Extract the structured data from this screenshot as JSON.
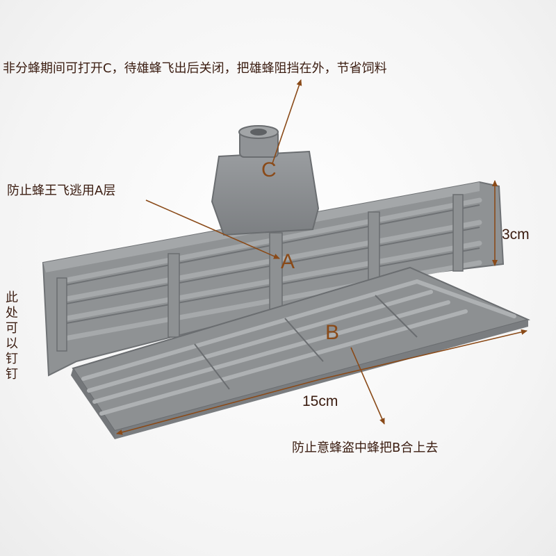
{
  "annotations": {
    "c_note": "非分蜂期间可打开C，待雄蜂飞出后关闭，把雄蜂阻挡在外，节省饲料",
    "a_note": "防止蜂王飞逃用A层",
    "b_note": "防止意蜂盗中蜂把B合上去",
    "nail_note": "此处可以钉钉",
    "height_dim": "3cm",
    "length_dim": "15cm",
    "letter_a": "A",
    "letter_b": "B",
    "letter_c": "C"
  },
  "colors": {
    "plastic": "#8c8f91",
    "arrow": "#8a4a18",
    "text": "#3a1c10"
  }
}
